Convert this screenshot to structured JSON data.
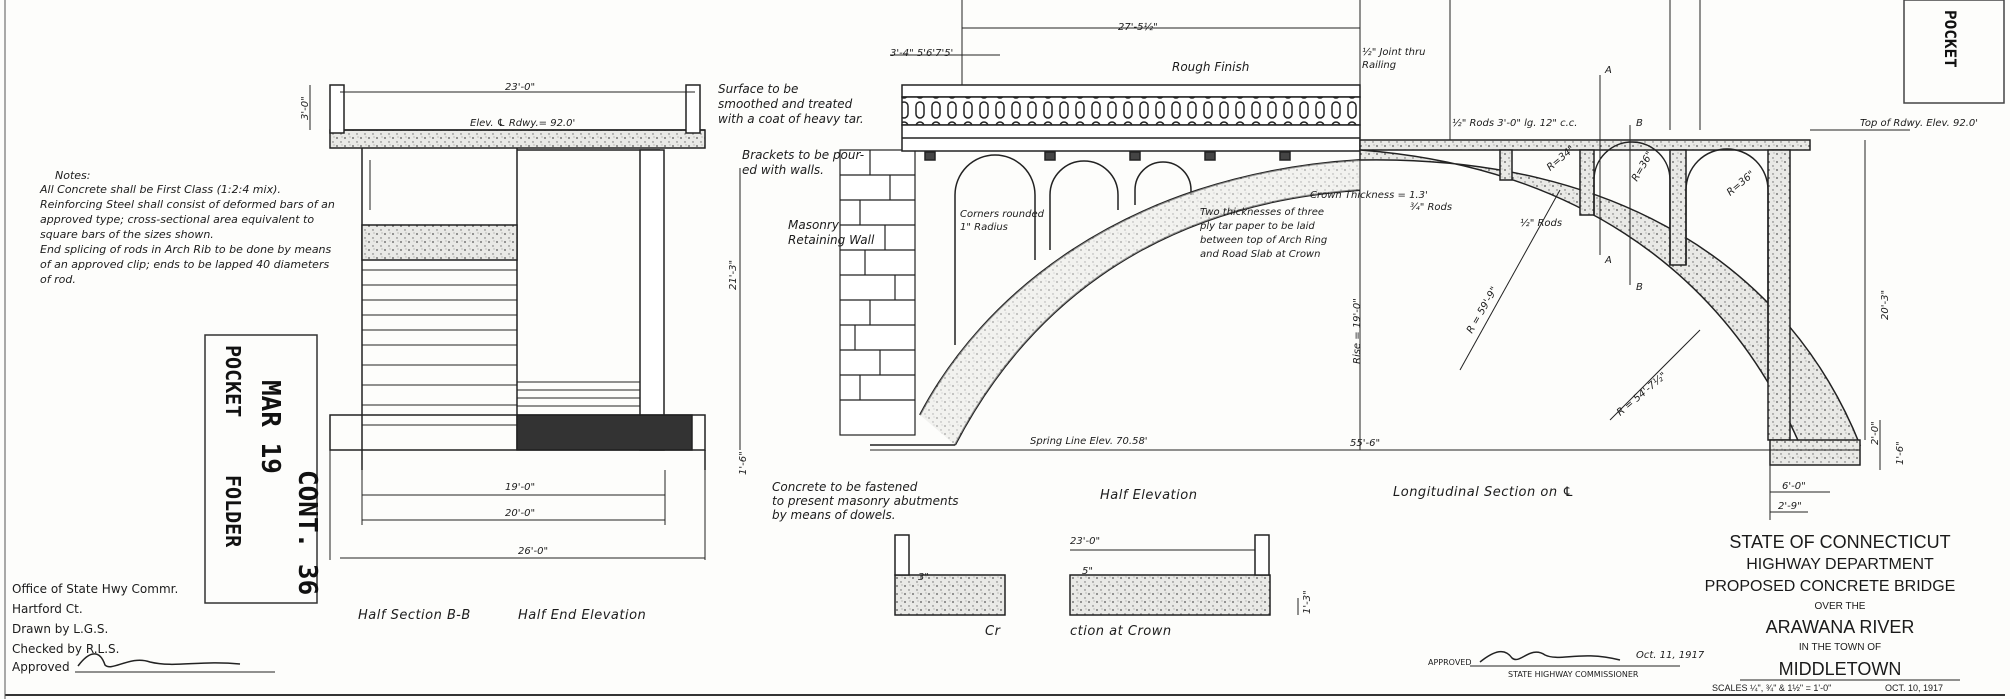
{
  "notes": {
    "heading": "Notes:",
    "concrete": "All Concrete shall be First Class (1:2:4 mix).",
    "reinforcing": "Reinforcing Steel shall consist of deformed bars of an approved type; cross-sectional area equivalent to square bars of the sizes shown.",
    "splicing": "End splicing of rods in Arch Rib to be done by means of an approved clip; ends to be lapped 40 diameters of rod."
  },
  "stamp": {
    "pocket": "POCKET",
    "date": "MAR 19",
    "folder": "FOLDER",
    "contract": "CONT. 36",
    "corner": "POCKET"
  },
  "end_elevation": {
    "dim_overall_top": "23'-0\"",
    "elev_roadway": "Elev. ℄ Rdwy.= 92.0'",
    "dim_height": "21'-3\"",
    "dim_19": "19'-0\"",
    "dim_20": "20'-0\"",
    "dim_26": "26'-0\"",
    "dim_rail": "3'-0\"",
    "dim_footing": "1'-6\"",
    "surface_note_1": "Surface to be",
    "surface_note_2": "smoothed and treated",
    "surface_note_3": "with a coat of heavy tar.",
    "brackets_note_1": "Brackets to be pour-",
    "brackets_note_2": "ed with walls.",
    "caption_section": "Half Section B-B",
    "caption_end": "Half End Elevation"
  },
  "half_elevation": {
    "dim_27": "27'-5½\"",
    "dim_small": "3'-4\" 5'6'7'5'",
    "rough_finish": "Rough Finish",
    "masonry_1": "Masonry",
    "masonry_2": "Retaining Wall",
    "corners_1": "Corners rounded",
    "corners_2": "1\" Radius",
    "tar_1": "Two thicknesses of three",
    "tar_2": "ply tar paper to be laid",
    "tar_3": "between top of Arch Ring",
    "tar_4": "and Road Slab at Crown",
    "spring_line": "Spring Line Elev. 70.58'",
    "dowel_1": "Concrete to be fastened",
    "dowel_2": "to present masonry abutments",
    "dowel_3": "by means of dowels.",
    "caption": "Half Elevation",
    "rise": "Rise = 19'-0\"",
    "dim_55": "55'-6\"",
    "joint_1": "½\" Joint thru",
    "joint_2": "Railing"
  },
  "longitudinal": {
    "rods": "½\" Rods 3'-0\" lg. 12\" c.c.",
    "top_roadway": "Top of Rdwy. Elev. 92.0'",
    "crown_thickness": "Crown Thickness = 1.3'",
    "rods_34": "¾\" Rods",
    "rods_12": "½\" Rods",
    "sec_a": "A",
    "sec_b": "B",
    "radius_2": "R = 59'-9\"",
    "radius_1": "R = 54'-7½\"",
    "r_1": "R=34\"",
    "r_2": "R=36\"",
    "r_3": "R=36\"",
    "dim_height": "20'-3\"",
    "dim_foot_1": "2'-0\"",
    "dim_foot_2": "1'-6\"",
    "dim_6": "6'-0\"",
    "dim_2_9": "2'-9\"",
    "caption": "Longitudinal Section on ℄"
  },
  "crown_section": {
    "dim_top": "23'-0\"",
    "dim_left": "3\"",
    "dim_right": "5\"",
    "dim_depth": "1'-3\"",
    "caption_left": "Cr",
    "caption_right": "ction at Crown"
  },
  "office": {
    "office": "Office of State Hwy Commr.",
    "city": "Hartford Ct.",
    "drawn_by": "Drawn by L.G.S.",
    "checked_by": "Checked by R.L.S.",
    "approved_by": "Approved"
  },
  "approval": {
    "approved_label": "APPROVED",
    "commissioner_label": "STATE HIGHWAY COMMISSIONER",
    "date": "Oct. 11, 1917"
  },
  "title": {
    "state": "STATE OF CONNECTICUT",
    "department": "HIGHWAY DEPARTMENT",
    "project": "PROPOSED CONCRETE BRIDGE",
    "over_the": "OVER THE",
    "river": "ARAWANA RIVER",
    "in_town": "IN THE TOWN OF",
    "town": "MIDDLETOWN",
    "scales": "SCALES ¼\", ¾\" & 1½\" = 1'-0\"",
    "date": "OCT. 10, 1917"
  }
}
